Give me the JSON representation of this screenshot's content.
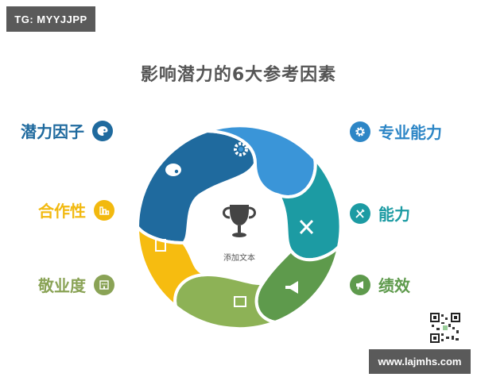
{
  "watermark_tg": "TG: MYYJJPP",
  "title": "影响潜力的6大参考因素",
  "center": {
    "icon": "trophy-icon",
    "text": "添加文本"
  },
  "factors_left": [
    {
      "label": "潜力因子",
      "icon": "palette-icon",
      "color": "#1f6a9e"
    },
    {
      "label": "合作性",
      "icon": "bar-chart-icon",
      "color": "#f2b90f"
    },
    {
      "label": "敬业度",
      "icon": "building-icon",
      "color": "#8aa356"
    }
  ],
  "factors_right": [
    {
      "label": "专业能力",
      "icon": "gear-icon",
      "color": "#2d86c6"
    },
    {
      "label": "能力",
      "icon": "tools-icon",
      "color": "#1c9ba3"
    },
    {
      "label": "绩效",
      "icon": "megaphone-icon",
      "color": "#5e9a4c"
    }
  ],
  "segments": [
    {
      "name": "潜力因子",
      "color": "#1f6a9e"
    },
    {
      "name": "专业能力",
      "color": "#3a95d8"
    },
    {
      "name": "能力",
      "color": "#1c9ba3"
    },
    {
      "name": "绩效",
      "color": "#5e9a4c"
    },
    {
      "name": "敬业度",
      "color": "#8db256"
    },
    {
      "name": "合作性",
      "color": "#f6bc10"
    }
  ],
  "website": "www.lajmhs.com"
}
